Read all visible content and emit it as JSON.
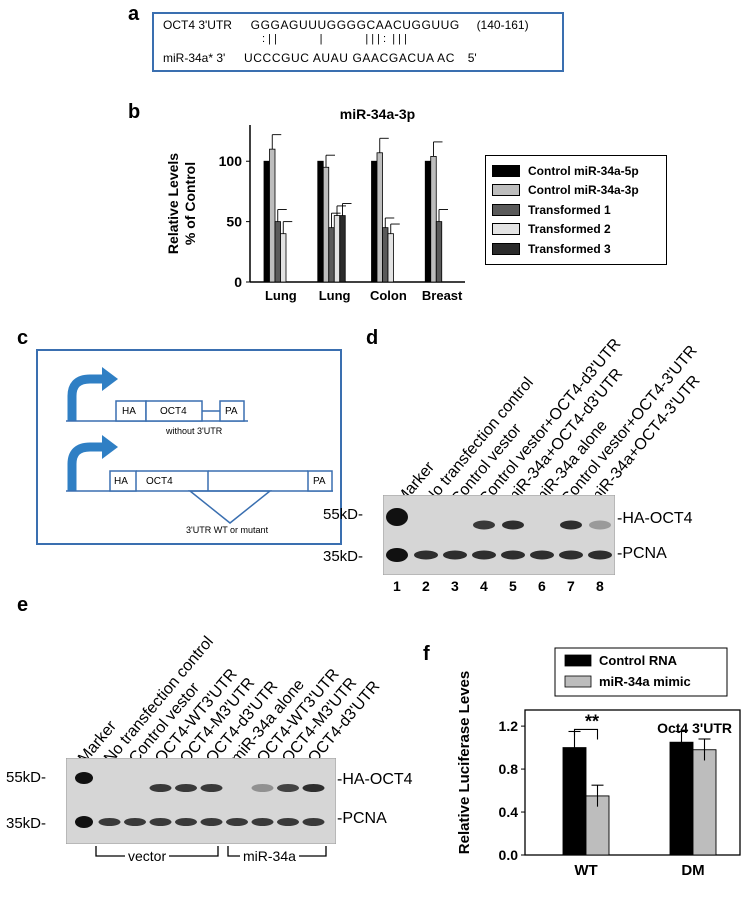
{
  "panel_labels": {
    "a": "a",
    "b": "b",
    "c": "c",
    "d": "d",
    "e": "e",
    "f": "f"
  },
  "panel_a": {
    "oct4_label": "OCT4 3'UTR",
    "oct4_seq": "GGGAGUUUGGGGCAACUGGUUG",
    "oct4_range": "(140-161)",
    "pairing": ": | |              |              | | | :  | | |",
    "mir_label": "miR-34a* 3'",
    "mir_seq": "UCCCGUC AUAU GAACGACUA AC",
    "mir_end": "5'"
  },
  "panel_c": {
    "ha": "HA",
    "oct4": "OCT4",
    "pa": "PA",
    "without": "without 3'UTR",
    "wt_mutant": "3'UTR WT or mutant"
  },
  "panel_d": {
    "lanes": [
      "Marker",
      "No transfection control",
      "Control vestor",
      "Control vestor+OCT4-d3'UTR",
      "miR-34a+OCT4-d3'UTR",
      "miR-34a alone",
      "Control vestor+OCT4-3'UTR",
      "miR-34a+OCT4-3'UTR"
    ],
    "lane_numbers": [
      "1",
      "2",
      "3",
      "4",
      "5",
      "6",
      "7",
      "8"
    ],
    "mw_upper": "55kD-",
    "mw_lower": "35kD-",
    "band_upper": "-HA-OCT4",
    "band_lower": "-PCNA",
    "ha_oct4_levels": [
      1,
      0,
      0,
      0.8,
      0.85,
      0,
      0.85,
      0.3
    ]
  },
  "panel_e": {
    "lanes": [
      "Marker",
      "No transfection control",
      "Control vestor",
      "OCT4-WT3'UTR",
      "OCT4-M3'UTR",
      "OCT4-d3'UTR",
      "miR-34a alone",
      "OCT4-WT3'UTR",
      "OCT4-M3'UTR",
      "OCT4-d3'UTR"
    ],
    "mw_upper": "55kD-",
    "mw_lower": "35kD-",
    "band_upper": "-HA-OCT4",
    "band_lower": "-PCNA",
    "group_vector": "vector",
    "group_mir": "miR-34a",
    "ha_oct4_levels": [
      1,
      0,
      0,
      0.8,
      0.8,
      0.8,
      0,
      0.35,
      0.75,
      0.85
    ]
  },
  "chart_data": [
    {
      "panel": "b",
      "type": "bar",
      "title": "miR-34a-3p",
      "ylabel": "Relative Levels\n% of Control",
      "ylim": [
        0,
        130
      ],
      "yticks": [
        0,
        50,
        100
      ],
      "categories": [
        "Lung",
        "Lung",
        "Colon",
        "Breast"
      ],
      "series": [
        {
          "name": "Control miR-34a-5p",
          "color": "#000000",
          "values": [
            100,
            100,
            100,
            100
          ],
          "errors": [
            0,
            0,
            0,
            0
          ]
        },
        {
          "name": "Control miR-34a-3p",
          "color": "#bdbdbd",
          "values": [
            110,
            95,
            107,
            104
          ],
          "errors": [
            12,
            10,
            12,
            12
          ]
        },
        {
          "name": "Transformed 1",
          "color": "#5a5a5a",
          "values": [
            50,
            45,
            45,
            50
          ],
          "errors": [
            10,
            12,
            8,
            10
          ]
        },
        {
          "name": "Transformed 2",
          "color": "#e3e3e3",
          "values": [
            40,
            55,
            40,
            null
          ],
          "errors": [
            10,
            8,
            8,
            0
          ]
        },
        {
          "name": "Transformed 3",
          "color": "#2b2b2b",
          "values": [
            null,
            55,
            null,
            null
          ],
          "errors": [
            0,
            10,
            0,
            0
          ]
        }
      ],
      "legend": "right"
    },
    {
      "panel": "f",
      "type": "bar",
      "title": "Oct4 3'UTR",
      "ylabel": "Relative Luciferase Leves",
      "ylim": [
        0,
        1.35
      ],
      "yticks": [
        "0.0",
        "0.4",
        "0.8",
        "1.2"
      ],
      "categories": [
        "WT",
        "DM"
      ],
      "series": [
        {
          "name": "Control RNA",
          "color": "#000000",
          "values": [
            1.0,
            1.05
          ],
          "errors": [
            0.15,
            0.1
          ]
        },
        {
          "name": "miR-34a mimic",
          "color": "#bdbdbd",
          "values": [
            0.55,
            0.98
          ],
          "errors": [
            0.1,
            0.1
          ]
        }
      ],
      "significance": "**",
      "legend": "top"
    }
  ]
}
